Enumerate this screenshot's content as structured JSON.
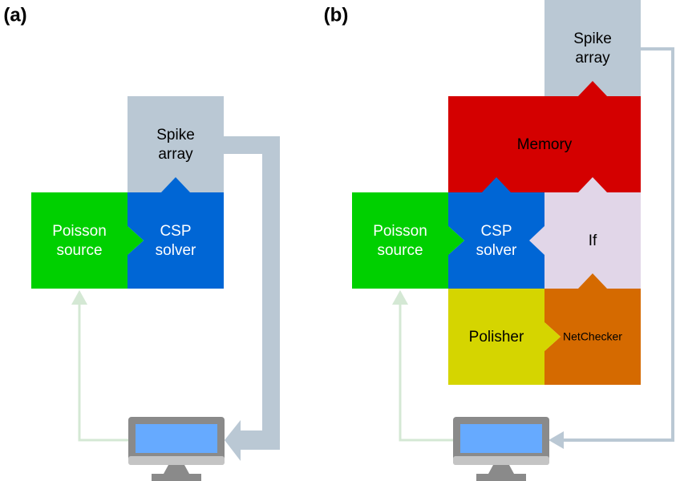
{
  "panels": {
    "a": {
      "label": "(a)",
      "spike": [
        "Spike",
        "array"
      ],
      "poisson": [
        "Poisson",
        "source"
      ],
      "csp": [
        "CSP",
        "solver"
      ]
    },
    "b": {
      "label": "(b)",
      "spike": [
        "Spike",
        "array"
      ],
      "memory": "Memory",
      "poisson": [
        "Poisson",
        "source"
      ],
      "csp": [
        "CSP",
        "solver"
      ],
      "if": "If",
      "polisher": "Polisher",
      "netchecker": "NetChecker"
    }
  },
  "colors": {
    "spike": "#bac8d4",
    "poisson": "#00d000",
    "csp": "#0066d5",
    "memory": "#d40000",
    "if": "#e1d6e8",
    "polisher": "#d5d500",
    "netchecker": "#d56a00",
    "feedback_arrow": "#bac8d4",
    "input_arrow": "#d4e8d4",
    "monitor_frame": "#8a8a8a",
    "monitor_screen": "#66aaff",
    "monitor_base": "#c4c4c4"
  }
}
